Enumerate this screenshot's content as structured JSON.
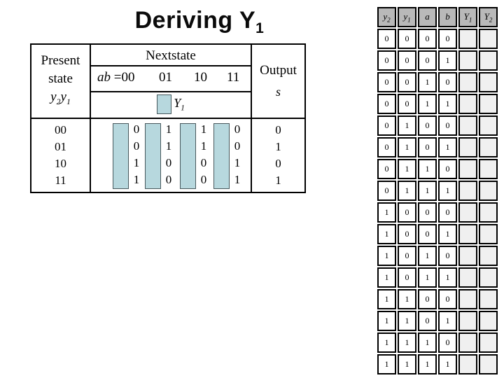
{
  "slide": {
    "title": {
      "base": "Deriving Y",
      "sub": "1"
    }
  },
  "colors": {
    "highlight_teal": "#b7d8de",
    "truth_header_gray": "#b9b9b9",
    "truth_empty_gray": "#f0f0f0",
    "border_black": "#000000"
  },
  "main_table": {
    "present_header": {
      "line1": "Present",
      "line2": "state",
      "var": [
        {
          "base": "y",
          "sub": "2"
        },
        {
          "base": "y",
          "sub": "1"
        }
      ]
    },
    "nextstate_header": {
      "label": "Nextstate",
      "ab_prefix": "ab",
      "ab_eq": " =00",
      "col_01": "01",
      "col_10": "10",
      "col_11": "11",
      "y1_base": "Y",
      "y1_sub": "1"
    },
    "output_header": {
      "label": "Output",
      "var": "s"
    },
    "body": {
      "present_states": [
        "00",
        "01",
        "10",
        "11"
      ],
      "y1_columns": [
        [
          "0",
          "0",
          "1",
          "1"
        ],
        [
          "1",
          "1",
          "0",
          "0"
        ],
        [
          "1",
          "1",
          "0",
          "0"
        ],
        [
          "0",
          "0",
          "1",
          "1"
        ]
      ],
      "outputs": [
        "0",
        "1",
        "0",
        "1"
      ]
    }
  },
  "truth_table": {
    "headers": [
      {
        "base": "y",
        "sub": "2"
      },
      {
        "base": "y",
        "sub": "1"
      },
      {
        "base": "a",
        "sub": ""
      },
      {
        "base": "b",
        "sub": ""
      },
      {
        "base": "Y",
        "sub": "1"
      },
      {
        "base": "Y",
        "sub": "2"
      }
    ],
    "rows": [
      [
        "0",
        "0",
        "0",
        "0"
      ],
      [
        "0",
        "0",
        "0",
        "1"
      ],
      [
        "0",
        "0",
        "1",
        "0"
      ],
      [
        "0",
        "0",
        "1",
        "1"
      ],
      [
        "0",
        "1",
        "0",
        "0"
      ],
      [
        "0",
        "1",
        "0",
        "1"
      ],
      [
        "0",
        "1",
        "1",
        "0"
      ],
      [
        "0",
        "1",
        "1",
        "1"
      ],
      [
        "1",
        "0",
        "0",
        "0"
      ],
      [
        "1",
        "0",
        "0",
        "1"
      ],
      [
        "1",
        "0",
        "1",
        "0"
      ],
      [
        "1",
        "0",
        "1",
        "1"
      ],
      [
        "1",
        "1",
        "0",
        "0"
      ],
      [
        "1",
        "1",
        "0",
        "1"
      ],
      [
        "1",
        "1",
        "1",
        "0"
      ],
      [
        "1",
        "1",
        "1",
        "1"
      ]
    ]
  }
}
